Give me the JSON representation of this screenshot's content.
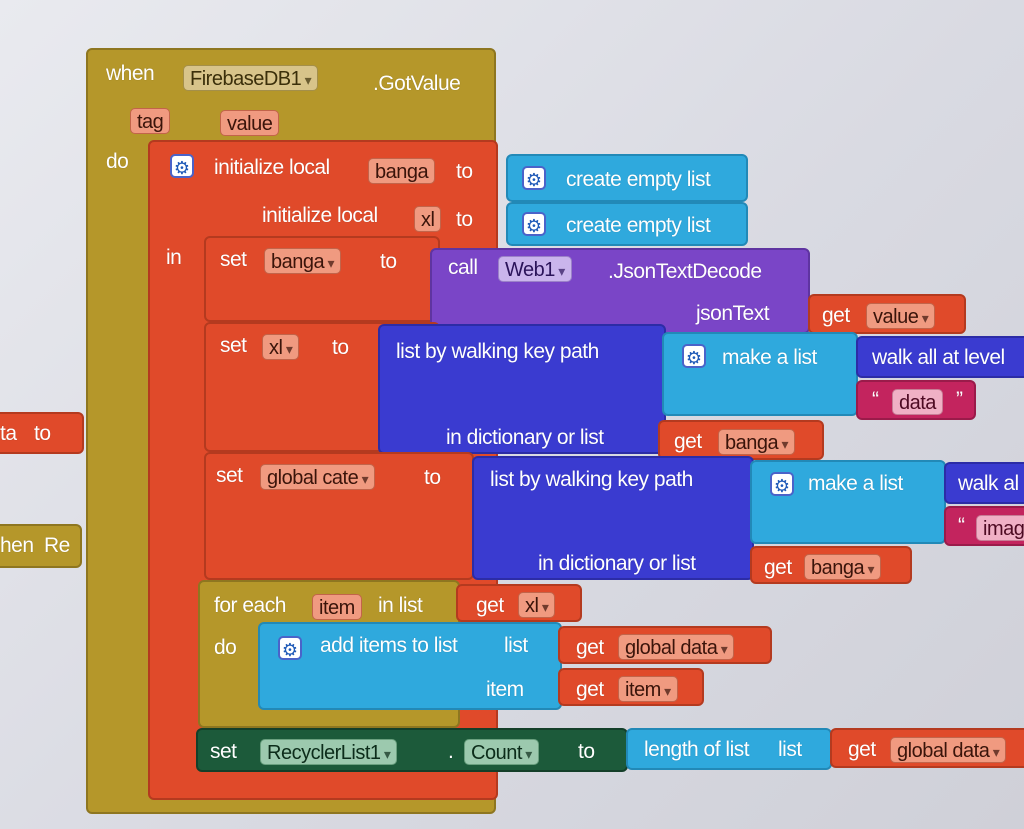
{
  "event": {
    "when": "when",
    "component": "FirebaseDB1",
    "event_name": ".GotValue",
    "params": [
      "tag",
      "value"
    ],
    "do": "do"
  },
  "init": {
    "label": "initialize local",
    "var1": "banga",
    "var2": "xl",
    "to": "to",
    "in": "in",
    "create_empty_list": "create empty list"
  },
  "set1": {
    "set": "set",
    "var": "banga",
    "to": "to",
    "call": "call",
    "component": "Web1",
    "method": ".JsonTextDecode",
    "arg_label": "jsonText",
    "get": "get",
    "get_var": "value"
  },
  "set2": {
    "set": "set",
    "var": "xl",
    "to": "to",
    "walk": "list by walking key path",
    "make_list": "make a list",
    "walk_all": "walk all at level",
    "data_str": "data",
    "in_dict": "in dictionary or list",
    "get": "get",
    "get_var": "banga"
  },
  "set3": {
    "set": "set",
    "var": "global cate",
    "to": "to",
    "walk": "list by walking key path",
    "make_list": "make a list",
    "walk_all": "walk al",
    "imag_str": "imag",
    "in_dict": "in dictionary or list",
    "get": "get",
    "get_var": "banga"
  },
  "foreach": {
    "label": "for each",
    "item": "item",
    "in_list": "in list",
    "get": "get",
    "get_var": "xl",
    "do": "do",
    "add_items": "add items to list",
    "list_label": "list",
    "list_get": "get",
    "list_var": "global data",
    "item_label": "item",
    "item_get": "get",
    "item_var": "item"
  },
  "set_count": {
    "set": "set",
    "component": "RecyclerList1",
    "dot": ".",
    "property": "Count",
    "to": "to",
    "length": "length of list",
    "list_label": "list",
    "get": "get",
    "get_var": "global data"
  },
  "offscreen": {
    "left1": "ta",
    "left1_to": "to",
    "left2": "hen",
    "left2_b": "Re"
  }
}
